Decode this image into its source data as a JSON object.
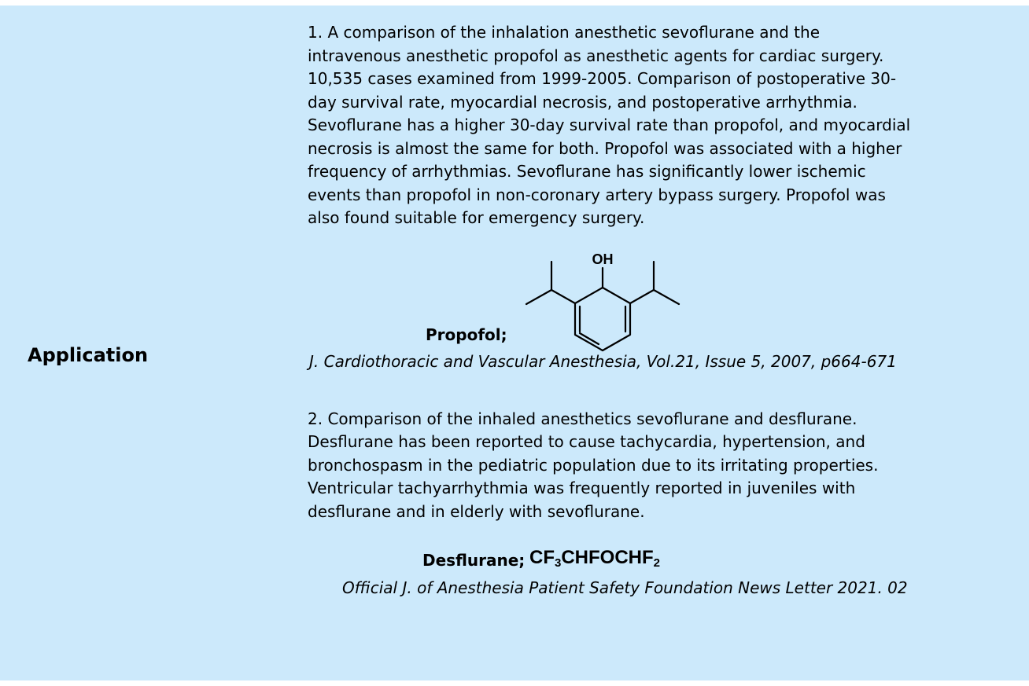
{
  "section": {
    "label": "Application"
  },
  "entries": [
    {
      "paragraph": "1. A comparison of the inhalation anesthetic sevoflurane and the\nintravenous anesthetic propofol as anesthetic agents for cardiac surgery.\n10,535 cases examined from 1999-2005. Comparison of postoperative 30-\nday survival rate, myocardial necrosis, and postoperative arrhythmia.\nSevoflurane has a higher 30-day survival rate than propofol, and myocardial\nnecrosis is almost the same for both. Propofol was associated with a higher\nfrequency of arrhythmias. Sevoflurane has significantly lower ischemic\nevents than propofol in non-coronary artery bypass surgery. Propofol was\nalso found suitable for emergency surgery.",
      "compound_label": "Propofol;",
      "structure_atom_label": "OH",
      "citation": "J. Cardiothoracic and Vascular Anesthesia, Vol.21, Issue 5, 2007, p664-671"
    },
    {
      "paragraph": "2. Comparison of the inhaled anesthetics sevoflurane and desflurane.\nDesflurane has been reported to cause tachycardia, hypertension, and\nbronchospasm in the pediatric population due to its irritating properties.\nVentricular tachyarrhythmia was frequently reported in juveniles with\ndesflurane and in elderly with sevoflurane.",
      "compound_label": "Desflurane;",
      "formula_parts": [
        "CF",
        "3",
        "CHFOCHF",
        "2"
      ],
      "citation": "Official J. of Anesthesia Patient Safety Foundation News Letter 2021. 02"
    }
  ],
  "colors": {
    "panel_background": "#cce9fb",
    "text": "#000000"
  }
}
